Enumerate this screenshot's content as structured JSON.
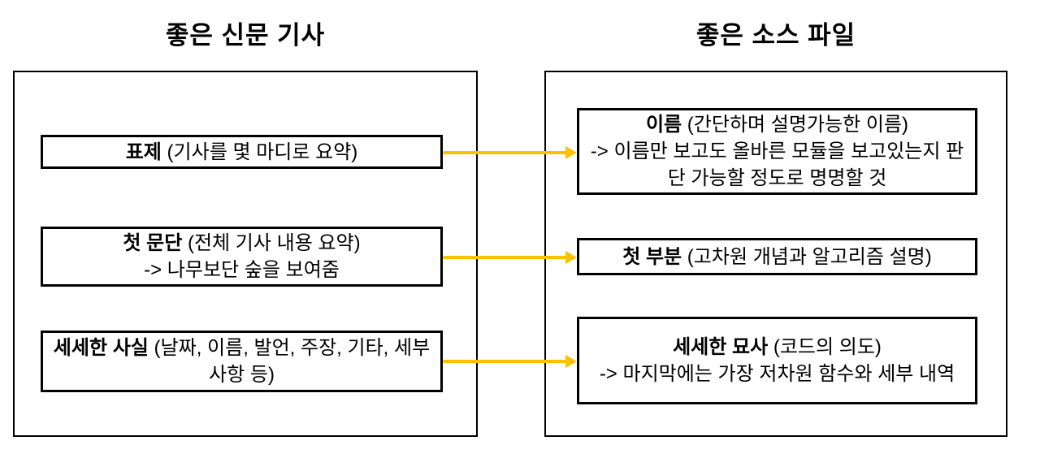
{
  "colors": {
    "arrow": "#FFC000",
    "border": "#000000",
    "background": "#FFFFFF",
    "text": "#000000"
  },
  "left_panel": {
    "title": "좋은 신문 기사",
    "boxes": [
      {
        "term": "표제",
        "rest": " (기사를 몇 마디로 요약)",
        "note": ""
      },
      {
        "term": "첫 문단",
        "rest": " (전체 기사 내용 요약)",
        "note": "-> 나무보단 숲을 보여줌"
      },
      {
        "term": "세세한 사실",
        "rest": " (날짜, 이름, 발언, 주장, 기타, 세부사항 등)",
        "note": ""
      }
    ]
  },
  "right_panel": {
    "title": "좋은 소스 파일",
    "boxes": [
      {
        "term": "이름",
        "rest": " (간단하며 설명가능한 이름)",
        "note": "-> 이름만 보고도 올바른 모듈을 보고있는지 판단 가능할 정도로 명명할 것"
      },
      {
        "term": "첫 부분",
        "rest": " (고차원 개념과 알고리즘 설명)",
        "note": ""
      },
      {
        "term": "세세한 묘사",
        "rest": " (코드의 의도)",
        "note": "-> 마지막에는 가장 저차원 함수와 세부 내역"
      }
    ]
  },
  "arrows": [
    {
      "from": "표제",
      "to": "이름"
    },
    {
      "from": "첫 문단",
      "to": "첫 부분"
    },
    {
      "from": "세세한 사실",
      "to": "세세한 묘사"
    }
  ]
}
